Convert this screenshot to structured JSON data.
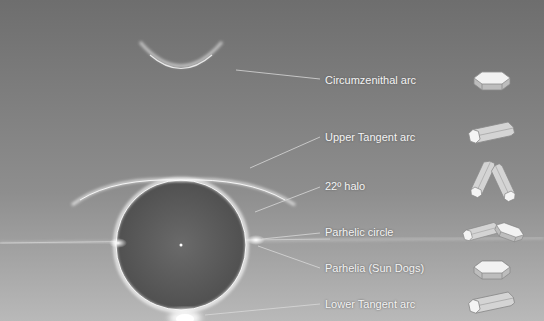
{
  "diagram": {
    "labels": [
      "Circumzenithal arc",
      "Upper Tangent arc",
      "22º halo",
      "Parhelic circle",
      "Parhelia (Sun Dogs)",
      "Lower Tangent arc"
    ]
  }
}
